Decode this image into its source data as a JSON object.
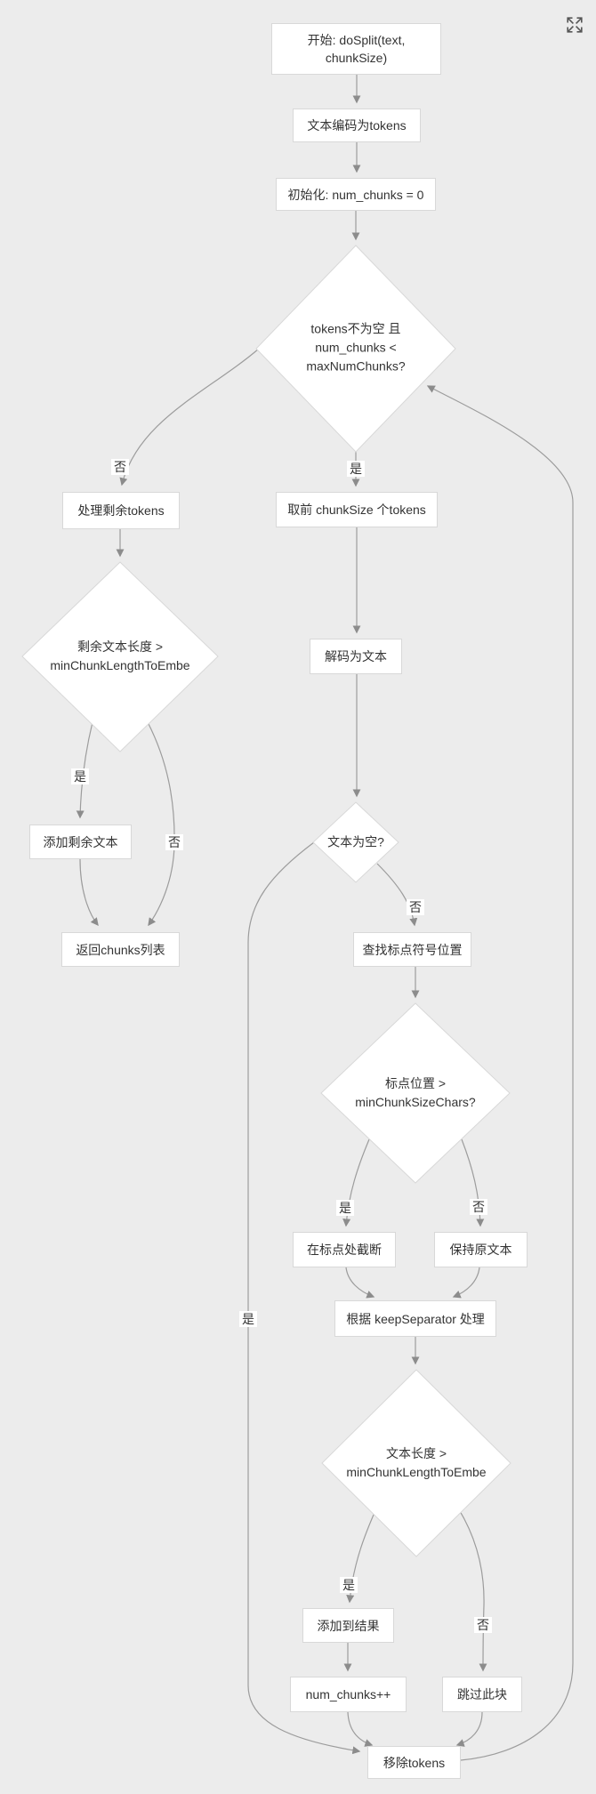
{
  "diagram": {
    "background": "#ececec",
    "node_fill": "#ffffff",
    "node_border": "#d8d8d8",
    "edge_color": "#999999",
    "text_color": "#333333"
  },
  "icons": {
    "expand": "expand-arrows-icon"
  },
  "labels": {
    "yes": "是",
    "no": "否"
  },
  "nodes": {
    "start": "开始: doSplit(text,\nchunkSize)",
    "encode": "文本编码为tokens",
    "init": "初始化: num_chunks = 0",
    "cond_main": "tokens不为空 且\nnum_chunks <\nmaxNumChunks?",
    "process_remaining": "处理剩余tokens",
    "take_chunk": "取前 chunkSize 个tokens",
    "cond_remaining": "剩余文本长度 >\nminChunkLengthToEmbe",
    "decode": "解码为文本",
    "add_remaining": "添加剩余文本",
    "return_chunks": "返回chunks列表",
    "cond_empty": "文本为空?",
    "find_punct": "查找标点符号位置",
    "cond_punct": "标点位置 >\nminChunkSizeChars?",
    "truncate": "在标点处截断",
    "keep_original": "保持原文本",
    "keep_separator": "根据 keepSeparator 处理",
    "cond_length": "文本长度 >\nminChunkLengthToEmbe",
    "add_result": "添加到结果",
    "inc_chunks": "num_chunks++",
    "skip_chunk": "跳过此块",
    "remove_tokens": "移除tokens"
  },
  "edges": [
    {
      "from": "start",
      "to": "encode",
      "label": ""
    },
    {
      "from": "encode",
      "to": "init",
      "label": ""
    },
    {
      "from": "init",
      "to": "cond_main",
      "label": ""
    },
    {
      "from": "cond_main",
      "to": "process_remaining",
      "label": "否"
    },
    {
      "from": "cond_main",
      "to": "take_chunk",
      "label": "是"
    },
    {
      "from": "process_remaining",
      "to": "cond_remaining",
      "label": ""
    },
    {
      "from": "take_chunk",
      "to": "decode",
      "label": ""
    },
    {
      "from": "cond_remaining",
      "to": "add_remaining",
      "label": "是"
    },
    {
      "from": "cond_remaining",
      "to": "return_chunks",
      "label": "否"
    },
    {
      "from": "add_remaining",
      "to": "return_chunks",
      "label": ""
    },
    {
      "from": "decode",
      "to": "cond_empty",
      "label": ""
    },
    {
      "from": "cond_empty",
      "to": "remove_tokens",
      "label": "是"
    },
    {
      "from": "cond_empty",
      "to": "find_punct",
      "label": "否"
    },
    {
      "from": "find_punct",
      "to": "cond_punct",
      "label": ""
    },
    {
      "from": "cond_punct",
      "to": "truncate",
      "label": "是"
    },
    {
      "from": "cond_punct",
      "to": "keep_original",
      "label": "否"
    },
    {
      "from": "truncate",
      "to": "keep_separator",
      "label": ""
    },
    {
      "from": "keep_original",
      "to": "keep_separator",
      "label": ""
    },
    {
      "from": "keep_separator",
      "to": "cond_length",
      "label": ""
    },
    {
      "from": "cond_length",
      "to": "add_result",
      "label": "是"
    },
    {
      "from": "cond_length",
      "to": "skip_chunk",
      "label": "否"
    },
    {
      "from": "add_result",
      "to": "inc_chunks",
      "label": ""
    },
    {
      "from": "inc_chunks",
      "to": "remove_tokens",
      "label": ""
    },
    {
      "from": "skip_chunk",
      "to": "remove_tokens",
      "label": ""
    },
    {
      "from": "remove_tokens",
      "to": "cond_main",
      "label": ""
    }
  ]
}
